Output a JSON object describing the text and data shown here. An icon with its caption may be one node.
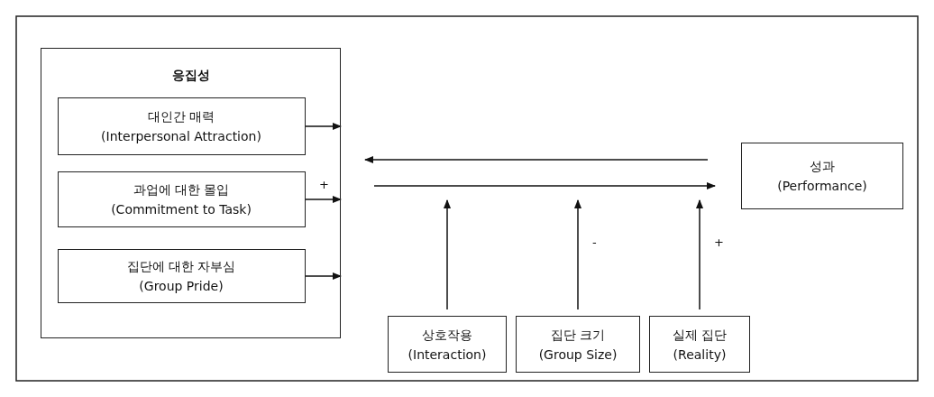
{
  "diagram": {
    "nodes": [
      {
        "text": [
          "응집성"
        ]
      },
      {
        "text": [
          "대인간 매력",
          "(Interpersonal Attraction)"
        ],
        "in": 0
      },
      {
        "text": [
          "과업에 대한 몰입",
          "(Commitment to Task)"
        ],
        "in": 0
      },
      {
        "text": [
          "집단에 대한 자부심",
          "(Group Pride)"
        ],
        "in": 0
      },
      {
        "text": [
          "성과",
          "(Performance)"
        ]
      },
      {
        "text": [
          "상호작용",
          "(Interaction)"
        ]
      },
      {
        "text": [
          "집단 크기",
          "(Group Size)"
        ]
      },
      {
        "text": [
          "실제 집단",
          "(Reality)"
        ]
      }
    ],
    "edges": [
      {
        "from": 1,
        "to": 0,
        "arrow": "to"
      },
      {
        "from": 2,
        "to": 0,
        "arrow": "to",
        "label": "+"
      },
      {
        "from": 3,
        "to": 0,
        "arrow": "to"
      },
      {
        "from": 4,
        "to": 0,
        "arrow": "to"
      },
      {
        "from": 0,
        "to": 4,
        "arrow": "to"
      },
      {
        "from": 5,
        "to": null,
        "arrow": "to"
      },
      {
        "from": 6,
        "to": null,
        "arrow": "to",
        "label": "-"
      },
      {
        "from": 7,
        "to": null,
        "arrow": "to",
        "label": "+"
      }
    ]
  }
}
